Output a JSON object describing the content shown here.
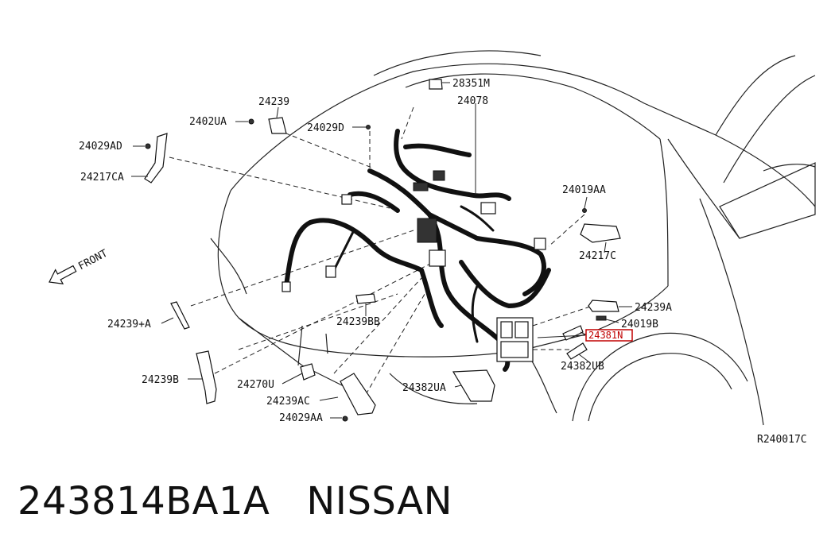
{
  "diagram": {
    "ref_code": "R240017C",
    "direction_label": "FRONT",
    "callouts": [
      {
        "id": "28351M",
        "label": "28351M"
      },
      {
        "id": "24078",
        "label": "24078"
      },
      {
        "id": "24239",
        "label": "24239"
      },
      {
        "id": "2402UA",
        "label": "2402UA"
      },
      {
        "id": "24029D",
        "label": "24029D"
      },
      {
        "id": "24029AD",
        "label": "24029AD"
      },
      {
        "id": "24217CA",
        "label": "24217CA"
      },
      {
        "id": "24019AA",
        "label": "24019AA"
      },
      {
        "id": "24217C",
        "label": "24217C"
      },
      {
        "id": "24239A",
        "label": "24239A"
      },
      {
        "id": "24019B",
        "label": "24019B"
      },
      {
        "id": "24381N",
        "label": "24381N",
        "highlighted": true
      },
      {
        "id": "24382UB",
        "label": "24382UB"
      },
      {
        "id": "24382UA",
        "label": "24382UA"
      },
      {
        "id": "24239BB",
        "label": "24239BB"
      },
      {
        "id": "24239+A",
        "label": "24239+A"
      },
      {
        "id": "24239B",
        "label": "24239B"
      },
      {
        "id": "24270U",
        "label": "24270U"
      },
      {
        "id": "24239AC",
        "label": "24239AC"
      },
      {
        "id": "24029AA",
        "label": "24029AA"
      }
    ],
    "highlight_color": "#c00000"
  },
  "footer": {
    "part_number": "243814BA1A",
    "brand": "NISSAN"
  }
}
